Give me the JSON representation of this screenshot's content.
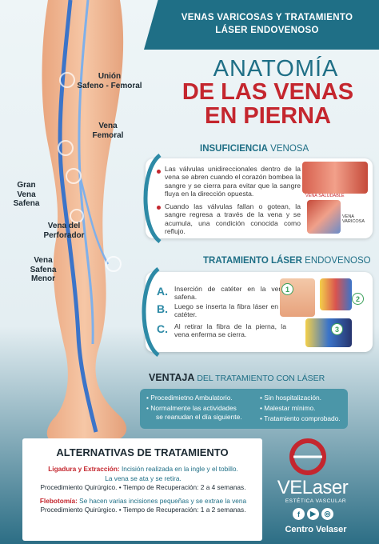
{
  "header": {
    "banner_line1": "VENAS VARICOSAS Y TRATAMIENTO",
    "banner_line2": "LÁSER ENDOVENOSO",
    "title_line1": "ANATOMÍA",
    "title_line2": "DE LAS VENAS",
    "title_line3": "EN PIERNA"
  },
  "leg_labels": {
    "union": "Unión",
    "safeno": "Safeno - Femoral",
    "vena_femoral_1": "Vena",
    "vena_femoral_2": "Femoral",
    "gran_1": "Gran",
    "gran_2": "Vena",
    "gran_3": "Safena",
    "perforador_1": "Vena del",
    "perforador_2": "Perforador",
    "menor_1": "Vena",
    "menor_2": "Safena",
    "menor_3": "Menor"
  },
  "insuficiencia": {
    "heading_bold": "INSUFICIENCIA",
    "heading_rest": " VENOSA",
    "bullet1": "Las válvulas unidireccionales dentro de la vena se abren cuando el corazón bombea la sangre y se cierra para evitar que la sangre fluya en la dirección opuesta.",
    "bullet2": "Cuando las válvulas fallan o gotean, la sangre regresa a través de la vena y se acumula, una condición conocida como reflujo.",
    "label_healthy": "VENA SALUDABLE",
    "label_varicose_1": "VENA",
    "label_varicose_2": "VARICOSA"
  },
  "tratamiento": {
    "heading_bold": "TRATAMIENTO LÁSER",
    "heading_rest": " ENDOVENOSO",
    "steps": [
      {
        "letter": "A.",
        "text": "Inserción de catéter en la vena safena."
      },
      {
        "letter": "B.",
        "text": "Luego se inserta la fibra láser en el catéter."
      },
      {
        "letter": "C.",
        "text": "Al retirar la fibra de la pierna, la vena enferma se cierra."
      }
    ],
    "numbers": [
      "1",
      "2",
      "3"
    ]
  },
  "ventaja": {
    "heading_bold": "VENTAJA",
    "heading_rest": " DEL TRATAMIENTO CON LÁSER",
    "left": [
      "Procedimietno Ambulatorio.",
      "Normalmente las actividades",
      "se reanudan el día siguiente."
    ],
    "right": [
      "Sin hospitalización.",
      "Malestar mínimo.",
      "Tratamiento comprobado."
    ]
  },
  "alternativas": {
    "title": "ALTERNATIVAS DE TRATAMIENTO",
    "ligadura_label": "Ligadura y Extracción:",
    "ligadura_text": " Incisión realizada en la ingle y el tobillo.",
    "ligadura_line2": "La vena se ata y se retira.",
    "ligadura_line3": "Procedimiento Quirúrgico. • Tiempo de Recuperación: 2 a 4 semanas.",
    "flebotomia_label": "Flebotomía:",
    "flebotomia_text": " Se hacen varias incisiones pequeñas y se extrae la vena",
    "flebotomia_line2": "Procedimiento Quirúrgico. • Tiempo de Recuperación: 1 a 2 semanas."
  },
  "brand": {
    "logo_ve": "VE",
    "logo_laser": "Laser",
    "logo_sub": "ESTÉTICA VASCULAR",
    "center_name": "Centro Velaser",
    "social_f": "f",
    "social_play": "▶",
    "social_insta": "◎"
  },
  "colors": {
    "accent_teal": "#1f6f86",
    "accent_red": "#c4262e"
  }
}
